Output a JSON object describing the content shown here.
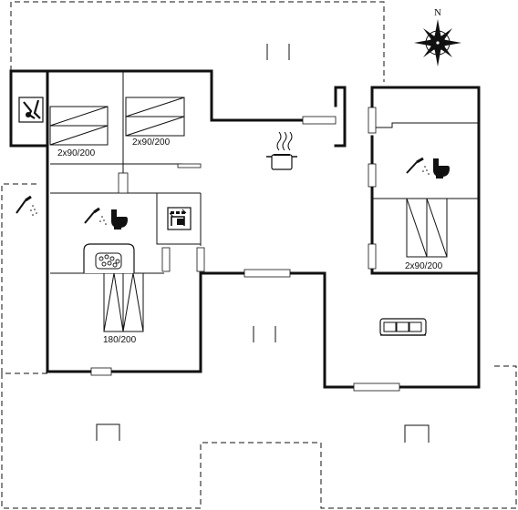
{
  "compass": {
    "north_label": "N"
  },
  "rooms": {
    "bedroom_a": {
      "bed_label": "2x90/200"
    },
    "bedroom_b": {
      "bed_label": "2x90/200"
    },
    "bedroom_c": {
      "bed_label": "180/200"
    },
    "bedroom_d": {
      "bed_label": "2x90/200"
    }
  },
  "icons": [
    "boiler-icon",
    "kitchen-pot-icon",
    "shower-icon",
    "toilet-icon",
    "washing-machine-icon",
    "sauna-heater-icon",
    "sofa-icon",
    "bed-icon"
  ]
}
